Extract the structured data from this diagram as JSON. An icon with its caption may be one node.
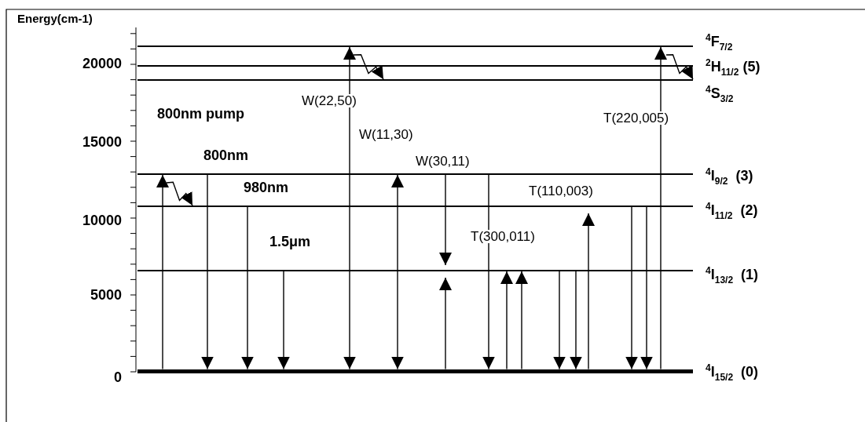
{
  "diagram": {
    "nodes": [
      {
        "text": [],
        "shape": "bar",
        "beside": [
          "$^{4}$F$_{7/2}$"
        ]
      },
      {
        "text": [],
        "shape": "bar",
        "beside": [
          "$^{2}$H$_{11/2}$ (5)"
        ]
      },
      {
        "text": [],
        "shape": "bar",
        "beside": [
          "$^{4}$S$_{3/2}$"
        ]
      },
      {
        "text": [],
        "shape": "bar",
        "beside": [
          "$^{4}$I$_{9/2}$  (3)"
        ]
      },
      {
        "text": [],
        "shape": "bar",
        "beside": [
          "$^{4}$I$_{11/2}$  (2)"
        ]
      },
      {
        "text": [],
        "shape": "bar",
        "beside": [
          "$^{4}$I$_{13/2}$  (1)"
        ]
      },
      {
        "text": [],
        "shape": "bar",
        "beside": [
          "$^{4}$I$_{15/2}$  (0)"
        ]
      }
    ],
    "edges": [
      {
        "from": 6,
        "to": 3,
        "arrow": "to"
      },
      {
        "from": 3,
        "to": 4,
        "arrow": "to"
      },
      {
        "from": 3,
        "to": 6,
        "arrow": "to"
      },
      {
        "from": 4,
        "to": 6,
        "arrow": "to"
      },
      {
        "from": 5,
        "to": 6,
        "arrow": "to"
      },
      {
        "from": 6,
        "to": 0,
        "arrow": "both"
      },
      {
        "from": 0,
        "to": 2,
        "arrow": "to"
      },
      {
        "from": 6,
        "to": 3,
        "arrow": "both"
      },
      {
        "from": 3,
        "to": 5,
        "arrow": "to"
      },
      {
        "from": 6,
        "to": 5,
        "arrow": "to"
      },
      {
        "from": 3,
        "to": 6,
        "arrow": "to"
      },
      {
        "from": 6,
        "to": 5,
        "arrow": "to"
      },
      {
        "from": 6,
        "to": 5,
        "arrow": "to"
      },
      {
        "from": 5,
        "to": 6,
        "arrow": "to"
      },
      {
        "from": 5,
        "to": 6,
        "arrow": "to"
      },
      {
        "from": 6,
        "to": 4,
        "arrow": "to"
      },
      {
        "from": 4,
        "to": 6,
        "arrow": "to"
      },
      {
        "from": 4,
        "to": 6,
        "arrow": "to"
      },
      {
        "from": 6,
        "to": 0,
        "arrow": "to"
      },
      {
        "from": 0,
        "to": 2,
        "arrow": "to"
      }
    ],
    "labels": [
      "Energy(cm-1)",
      "20000",
      "15000",
      "10000",
      "5000",
      "0",
      "800nm pump",
      "W(22,50)",
      "T(220,005)",
      "W(11,30)",
      "800nm",
      "W(30,11)",
      "980nm",
      "T(110,003)",
      "1.5μm",
      "T(300,011)"
    ]
  }
}
